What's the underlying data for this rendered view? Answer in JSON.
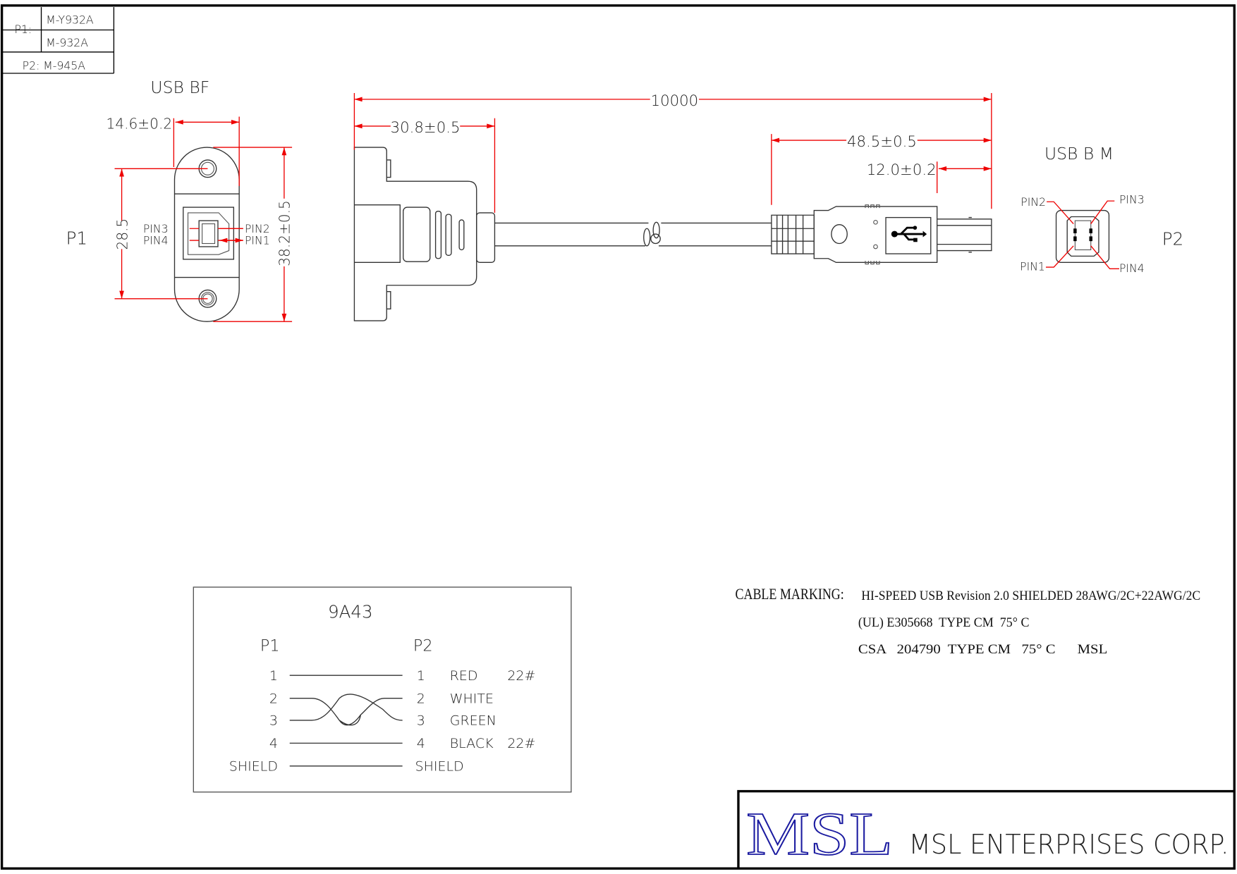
{
  "part_table": {
    "p1_label": "P1:",
    "p1_parts": [
      "M-Y932A",
      "M-932A"
    ],
    "p2_row": "P2: M-945A"
  },
  "p1_view": {
    "title": "USB BF",
    "label": "P1",
    "dim_width": "14.6±0.2",
    "dim_hole_pitch": "28.5",
    "dim_height": "38.2±0.5",
    "pins": [
      "PIN3",
      "PIN4",
      "PIN2",
      "PIN1"
    ]
  },
  "side_view": {
    "dim_total": "10000",
    "dim_p1": "30.8±0.5",
    "dim_p2": "48.5±0.5",
    "dim_tip": "12.0±0.2"
  },
  "p2_view": {
    "title": "USB B M",
    "label": "P2",
    "pins": [
      "PIN2",
      "PIN3",
      "PIN1",
      "PIN4"
    ]
  },
  "wiring": {
    "title": "9A43",
    "left_header": "P1",
    "right_header": "P2",
    "rows": [
      {
        "p1": "1",
        "p2": "1",
        "color": "RED",
        "gauge": "22#"
      },
      {
        "p1": "2",
        "p2": "2",
        "color": "WHITE",
        "gauge": ""
      },
      {
        "p1": "3",
        "p2": "3",
        "color": "GREEN",
        "gauge": ""
      },
      {
        "p1": "4",
        "p2": "4",
        "color": "BLACK",
        "gauge": "22#"
      },
      {
        "p1": "SHIELD",
        "p2": "SHIELD",
        "color": "",
        "gauge": ""
      }
    ]
  },
  "cable_marking": {
    "label": "CABLE MARKING:",
    "lines": [
      "HI-SPEED USB Revision 2.0 SHIELDED 28AWG/2C+22AWG/2C",
      "(UL) E305668  TYPE CM  75° C",
      "CSA   204790  TYPE CM   75° C      MSL"
    ]
  },
  "title_block": {
    "logo": "MSL",
    "company": "MSL ENTERPRISES CORP."
  },
  "colors": {
    "dimension": "#e00000",
    "logo": "#1a1aa0"
  }
}
